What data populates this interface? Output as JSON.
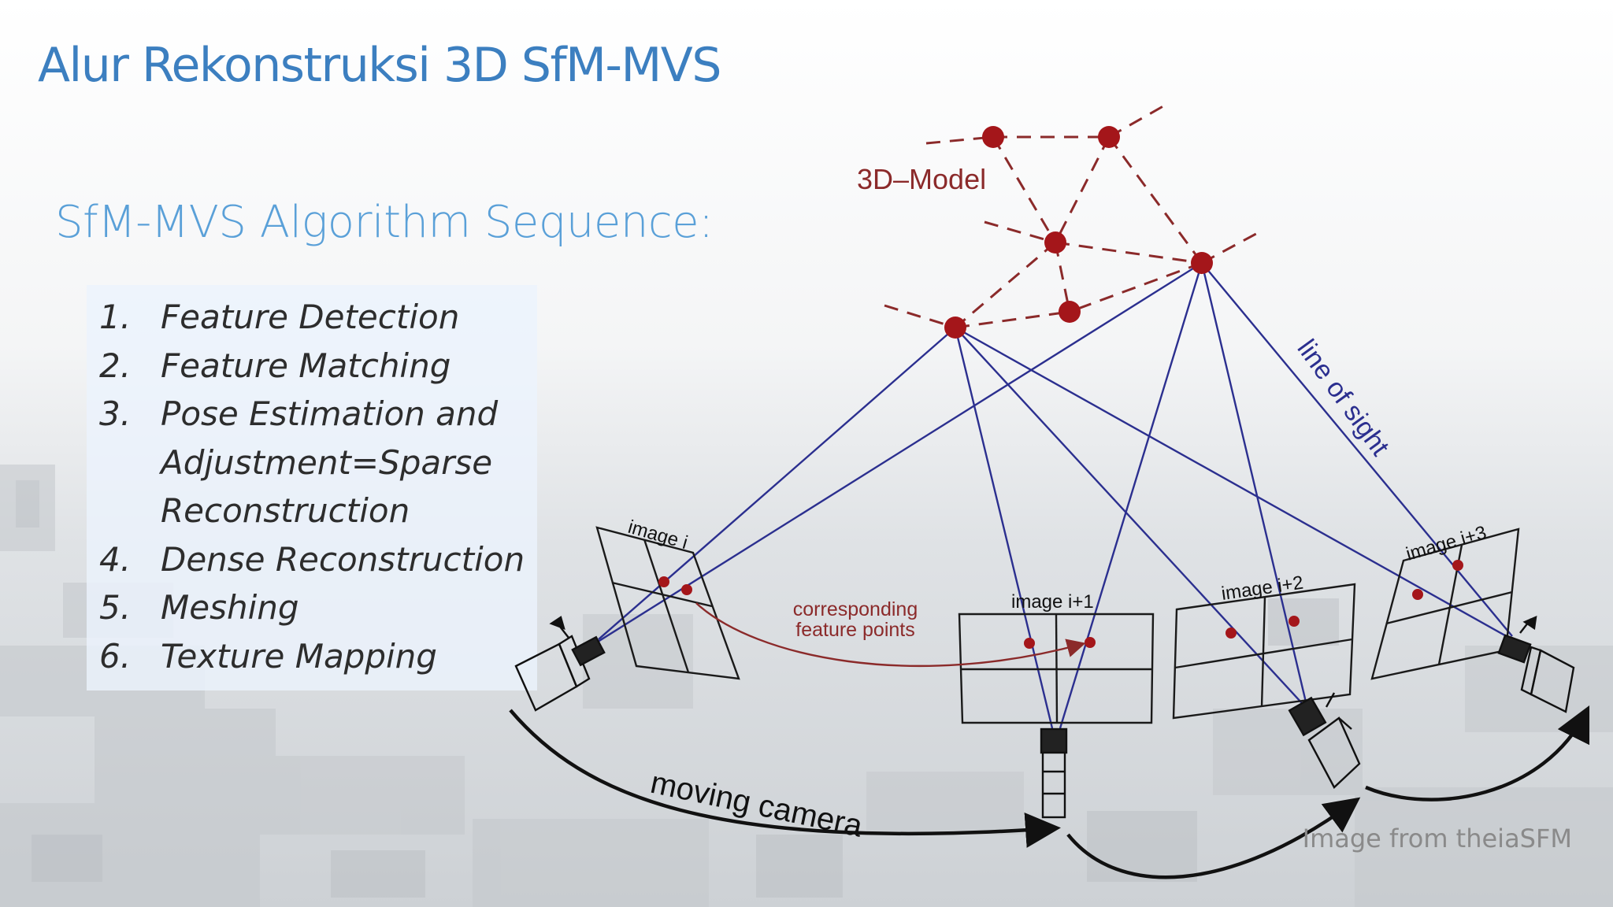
{
  "slide": {
    "title": "Alur Rekonstruksi 3D SfM-MVS",
    "subtitle": "SfM-MVS Algorithm Sequence:",
    "steps": [
      {
        "num": "1.",
        "lines": [
          "Feature Detection"
        ]
      },
      {
        "num": "2.",
        "lines": [
          "Feature Matching"
        ]
      },
      {
        "num": "3.",
        "lines": [
          "Pose Estimation and",
          "Adjustment=Sparse",
          "Reconstruction"
        ]
      },
      {
        "num": "4.",
        "lines": [
          "Dense Reconstruction"
        ]
      },
      {
        "num": "5.",
        "lines": [
          "Meshing"
        ]
      },
      {
        "num": "6.",
        "lines": [
          "Texture Mapping"
        ]
      }
    ],
    "credit": "Image from theiaSFM"
  },
  "diagram": {
    "model_label": "3D–Model",
    "line_of_sight_label": "line of sight",
    "corresponding_label": [
      "corresponding",
      "feature points"
    ],
    "moving_camera_label": "moving camera",
    "images": [
      "image i",
      "image i+1",
      "image i+2",
      "image i+3"
    ]
  },
  "colors": {
    "title": "#3c7fc0",
    "subtitle": "#5aa0d8",
    "ray": "#2b2f8f",
    "point": "#a4161a",
    "dashed_edge": "#8b2a2a",
    "frame": "#1a1a1a"
  }
}
